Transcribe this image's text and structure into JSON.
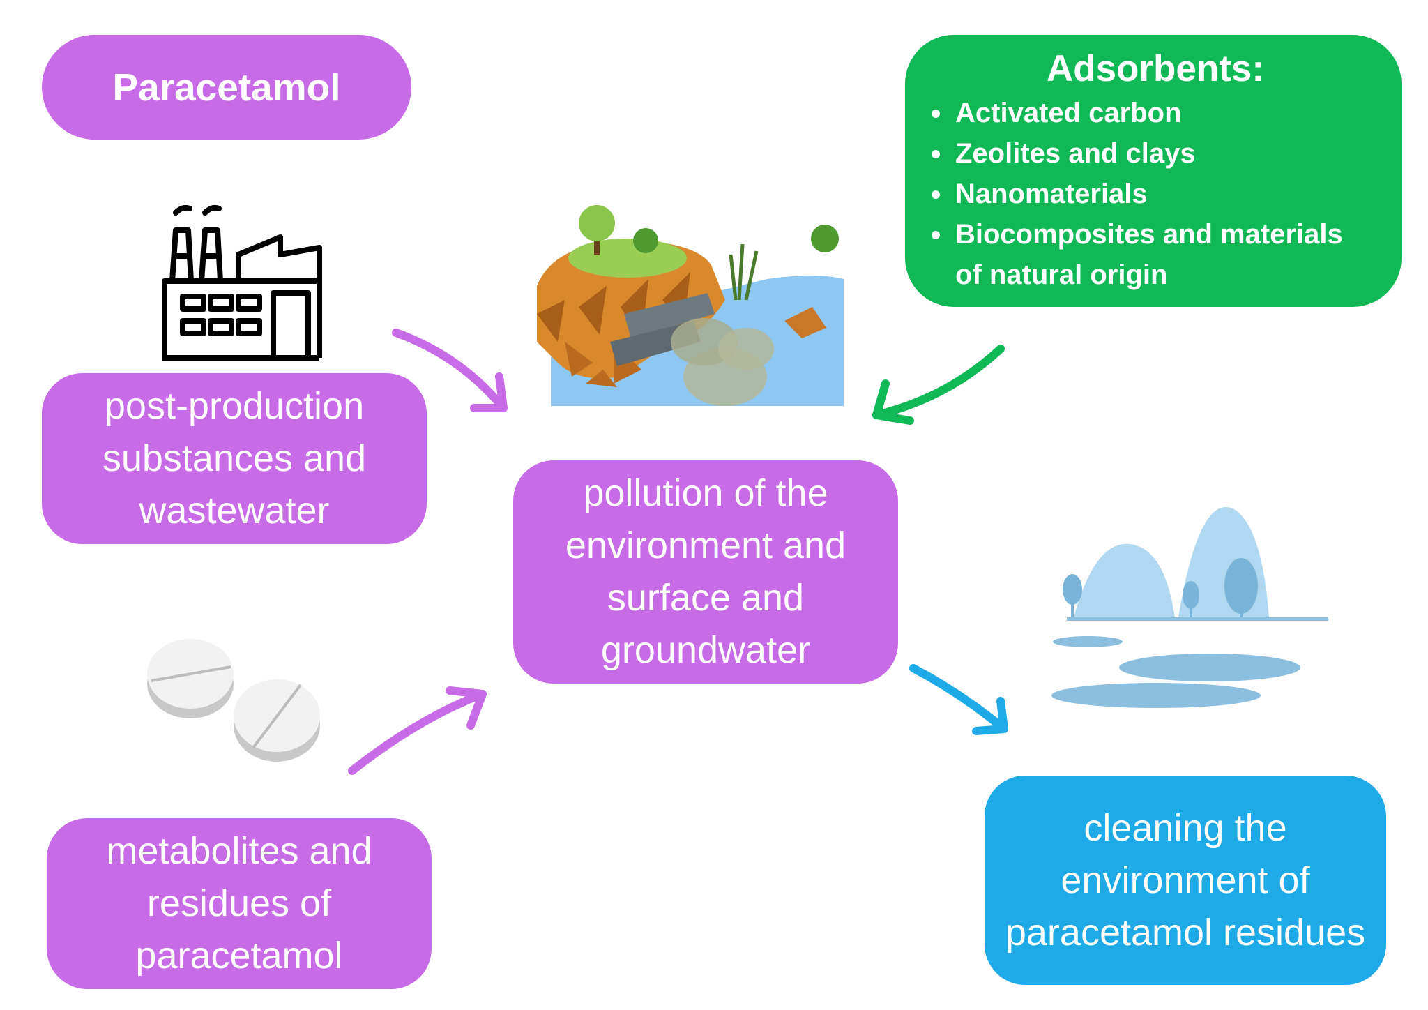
{
  "title": "Paracetamol",
  "sources": {
    "production": [
      "post-production",
      "substances and",
      "wastewater"
    ],
    "metabolites": [
      "metabolites and",
      "residues of",
      "paracetamol"
    ]
  },
  "center": [
    "pollution of the",
    "environment and",
    "surface and",
    "groundwater"
  ],
  "adsorbents": {
    "heading": "Adsorbents:",
    "items": [
      "Activated carbon",
      "Zeolites and clays",
      "Nanomaterials",
      "Biocomposites and materials",
      "of natural origin"
    ]
  },
  "outcome": [
    "cleaning the",
    "environment of",
    "paracetamol residues"
  ],
  "colors": {
    "purple": "#c86be6",
    "green": "#10b956",
    "blue": "#1eaae6"
  },
  "icons": [
    "factory-icon",
    "pills-icon",
    "polluted-river-illustration",
    "clean-landscape-illustration"
  ]
}
